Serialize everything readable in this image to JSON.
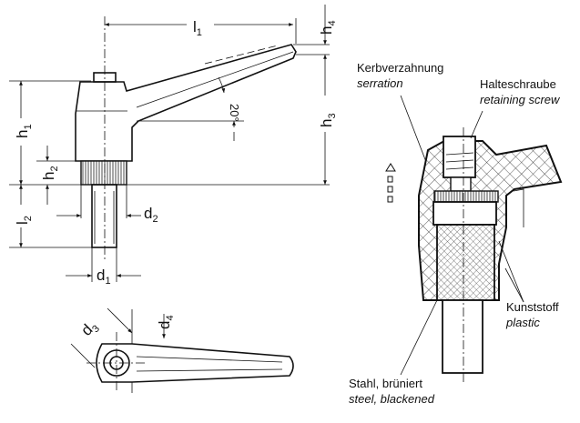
{
  "dimensions": {
    "l1": {
      "main": "l",
      "sub": "1"
    },
    "l2": {
      "main": "l",
      "sub": "2"
    },
    "h1": {
      "main": "h",
      "sub": "1"
    },
    "h2": {
      "main": "h",
      "sub": "2"
    },
    "h3": {
      "main": "h",
      "sub": "3"
    },
    "h4": {
      "main": "h",
      "sub": "4"
    },
    "d1": {
      "main": "d",
      "sub": "1"
    },
    "d2": {
      "main": "d",
      "sub": "2"
    },
    "d3": {
      "main": "d",
      "sub": "3"
    },
    "d4": {
      "main": "d",
      "sub": "4"
    },
    "angle": "20°"
  },
  "annotations": {
    "serration": {
      "de": "Kerbverzahnung",
      "en": "serration"
    },
    "retaining_screw": {
      "de": "Halteschraube",
      "en": "retaining screw"
    },
    "plastic": {
      "de": "Kunststoff",
      "en": "plastic"
    },
    "steel": {
      "de": "Stahl, brüniert",
      "en": "steel, blackened"
    }
  }
}
